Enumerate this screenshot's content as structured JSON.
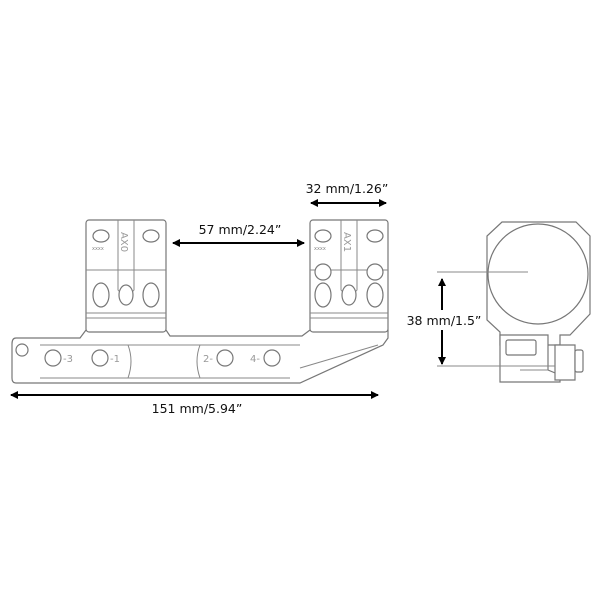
{
  "dimensions": {
    "ring_width": "32 mm/1.26”",
    "ring_spacing": "57 mm/2.24”",
    "total_length": "151 mm/5.94”",
    "center_height": "38 mm/1.5”"
  },
  "markings": {
    "front_ring": "AX0",
    "rear_ring": "AX1",
    "serial": "xxxx",
    "screw_labels": [
      "-3",
      "-1",
      "2-",
      "4-"
    ]
  }
}
